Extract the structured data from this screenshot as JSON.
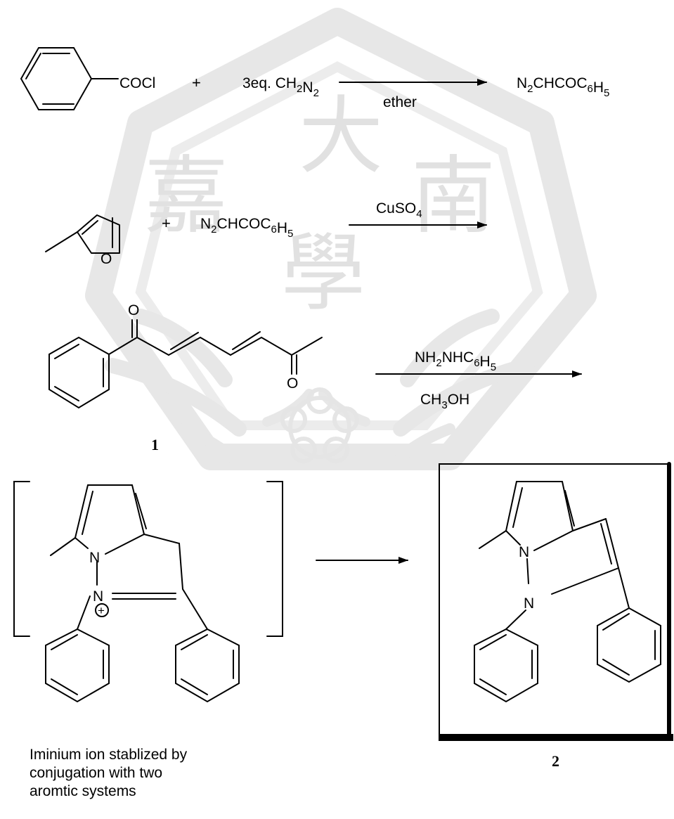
{
  "colors": {
    "ink": "#000000",
    "watermark": "#cfcfcf",
    "background": "#ffffff"
  },
  "watermark": {
    "chars": [
      "大",
      "嘉",
      "南",
      "學"
    ]
  },
  "reaction1": {
    "reagent1_label": "COCl",
    "plus": "+",
    "reagent2_label": "3eq. CH2N2",
    "condition": "ether",
    "product_label": "N2CHCOC6H5"
  },
  "reaction2": {
    "plus": "+",
    "reagent_label": "N2CHCOC6H5",
    "condition": "CuSO4"
  },
  "reaction3": {
    "compound_number": "1",
    "o_top": "O",
    "o_bottom": "O",
    "condition_top": "NH2NHC6H5",
    "condition_bottom": "CH3OH"
  },
  "intermediate": {
    "n1": "N",
    "n2": "N",
    "charge": "+",
    "caption_lines": [
      "Iminium ion stablized by",
      "conjugation with two",
      "aromtic systems"
    ]
  },
  "product": {
    "n1": "N",
    "n2": "N",
    "compound_number": "2"
  }
}
